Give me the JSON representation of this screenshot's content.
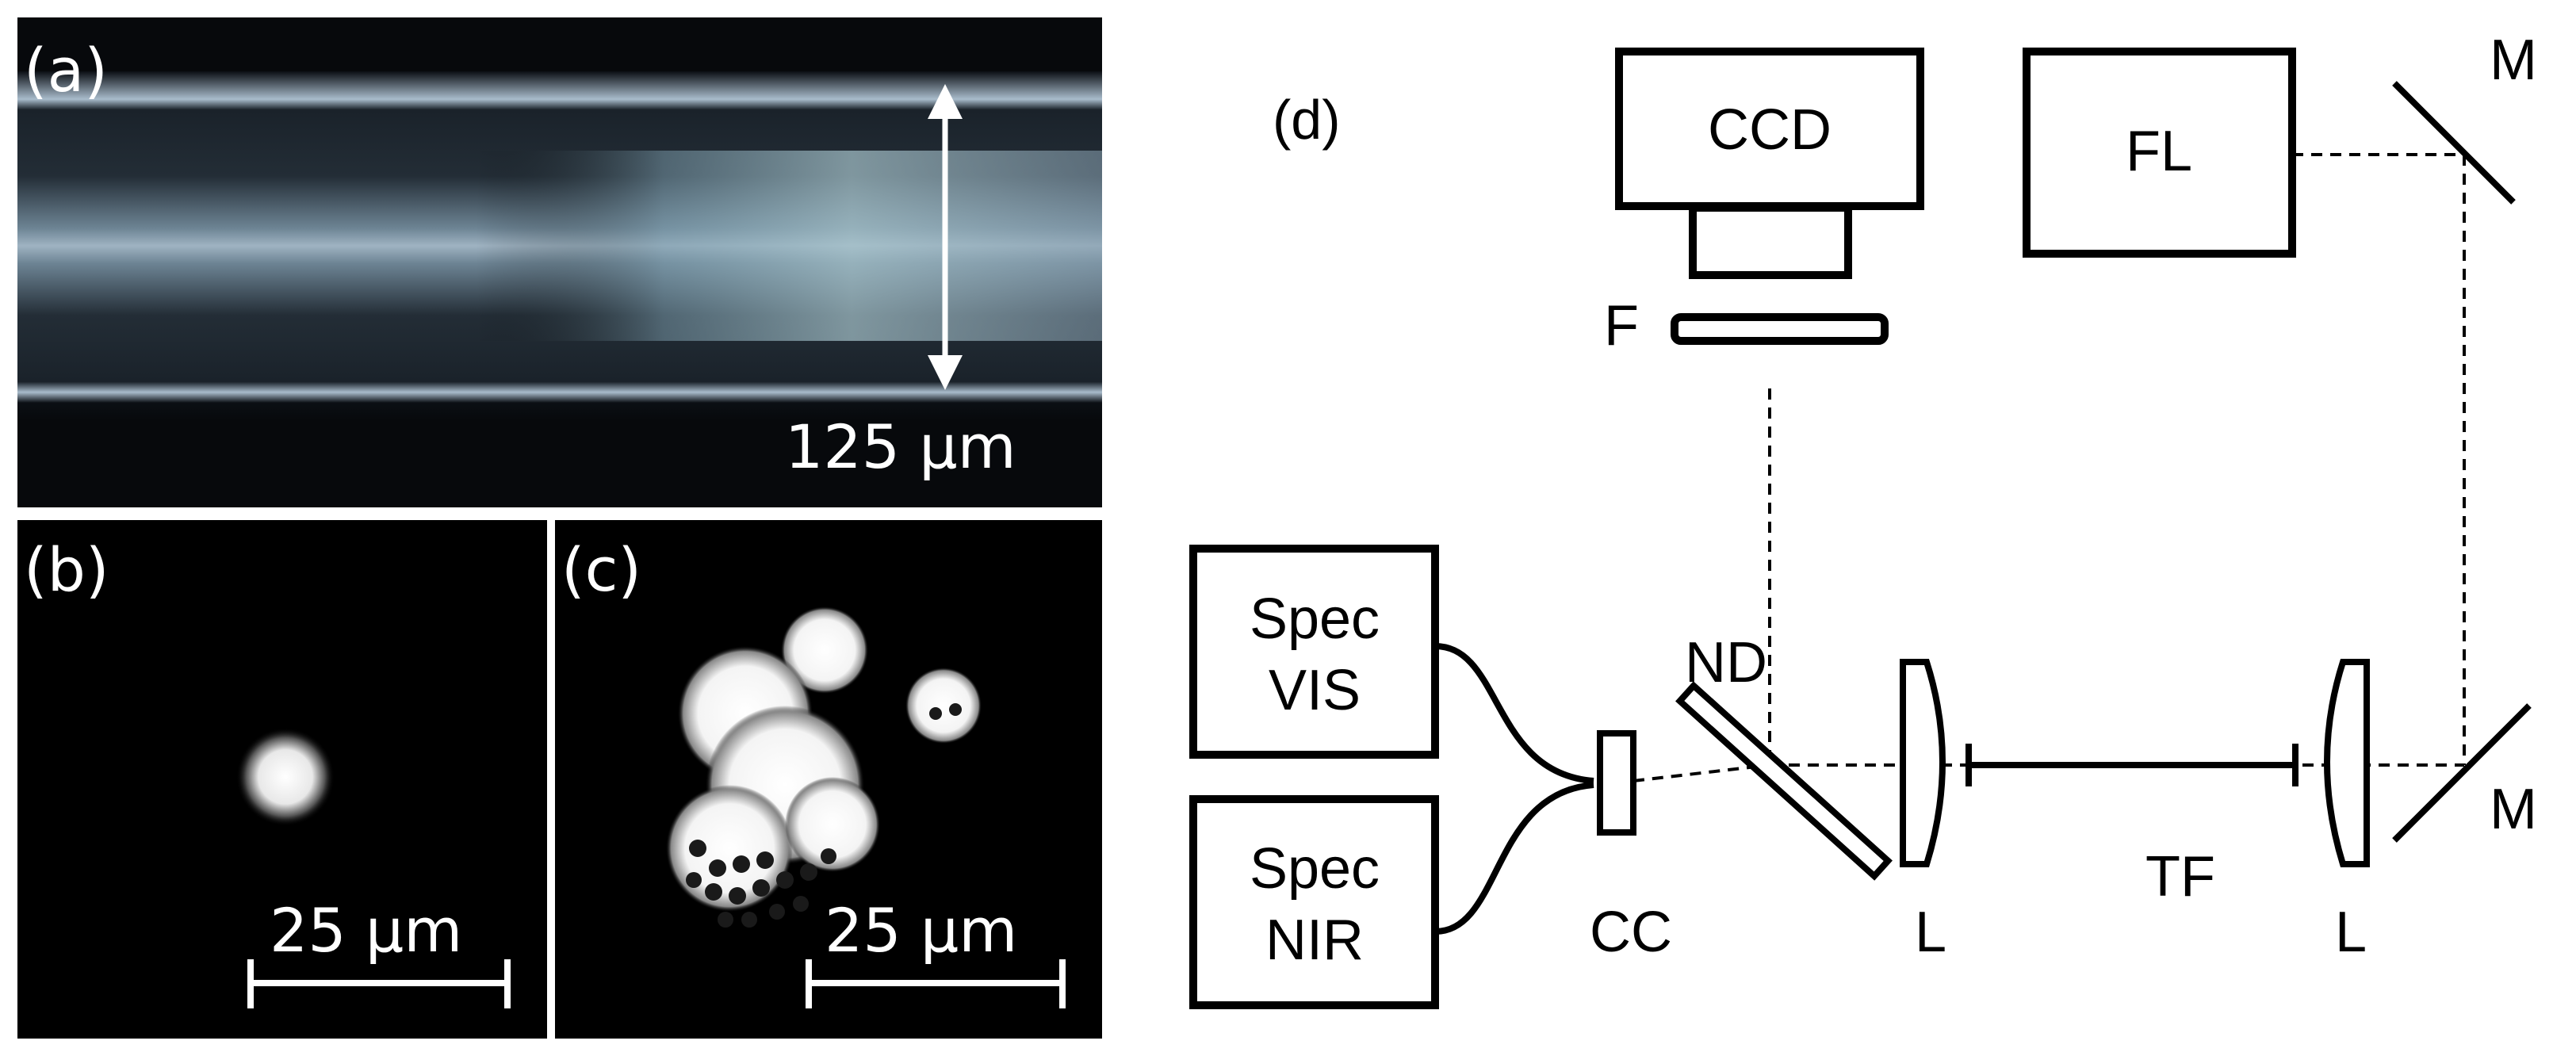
{
  "panels": {
    "a": {
      "label": "(a)",
      "scale_text": "125 µm"
    },
    "b": {
      "label": "(b)",
      "scale_text": "25 µm"
    },
    "c": {
      "label": "(c)",
      "scale_text": "25 µm"
    },
    "d": {
      "label": "(d)",
      "components": {
        "ccd": "CCD",
        "fl": "FL",
        "mirror_top": "M",
        "mirror_bottom": "M",
        "filter": "F",
        "spec_vis_line1": "Spec",
        "spec_vis_line2": "VIS",
        "spec_nir_line1": "Spec",
        "spec_nir_line2": "NIR",
        "nd": "ND",
        "cc": "CC",
        "lens_left": "L",
        "lens_right": "L",
        "tf": "TF"
      }
    }
  }
}
